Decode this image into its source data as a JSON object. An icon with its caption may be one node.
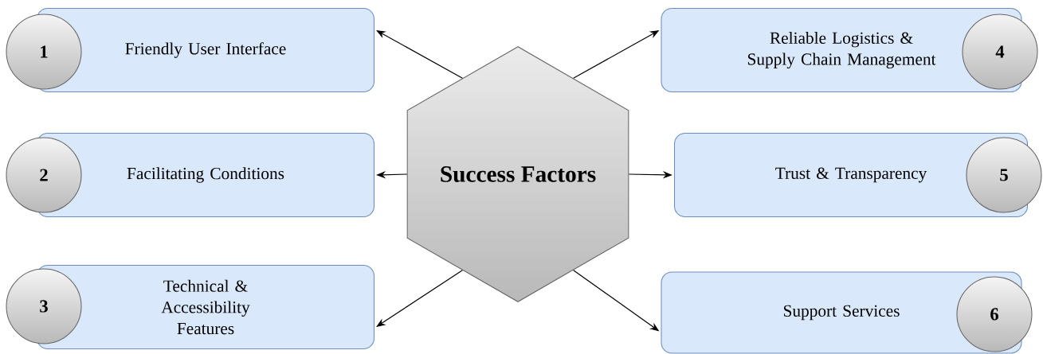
{
  "diagram": {
    "nodes": [
      {
        "text": [
          "Success Factors"
        ]
      },
      {
        "text": [
          "Friendly User Interface"
        ]
      },
      {
        "text": [
          "Facilitating Conditions"
        ]
      },
      {
        "text": [
          "Technical & Accessibility Features"
        ]
      },
      {
        "text": [
          "Reliable Logistics & Supply Chain Management"
        ]
      },
      {
        "text": [
          "Trust & Transparency"
        ]
      },
      {
        "text": [
          "Support Services"
        ]
      },
      {
        "text": [
          "1"
        ]
      },
      {
        "text": [
          "2"
        ]
      },
      {
        "text": [
          "3"
        ]
      },
      {
        "text": [
          "4"
        ]
      },
      {
        "text": [
          "5"
        ]
      },
      {
        "text": [
          "6"
        ]
      }
    ],
    "edges": [
      {
        "from": 0,
        "to": 1,
        "arrow": "to"
      },
      {
        "from": 0,
        "to": 2,
        "arrow": "to"
      },
      {
        "from": 0,
        "to": 3,
        "arrow": "to"
      },
      {
        "from": 0,
        "to": 4,
        "arrow": "to"
      },
      {
        "from": 0,
        "to": 5,
        "arrow": "to"
      },
      {
        "from": 0,
        "to": 6,
        "arrow": "to"
      }
    ]
  }
}
